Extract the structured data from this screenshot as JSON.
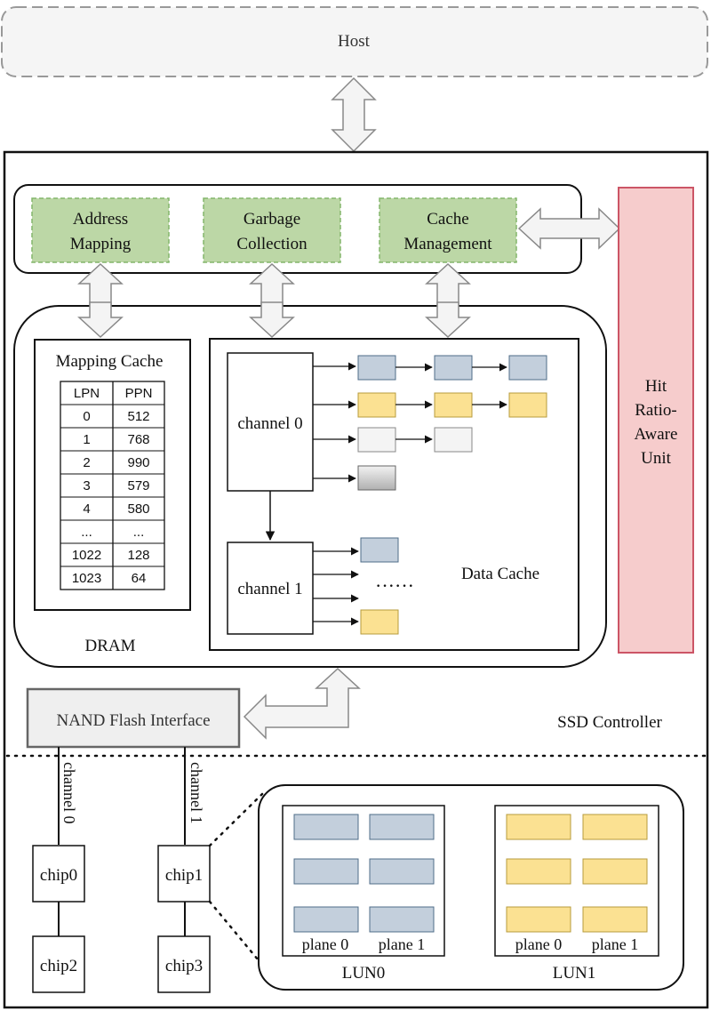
{
  "host": {
    "label": "Host"
  },
  "controller": {
    "label": "SSD Controller"
  },
  "modules": {
    "address_mapping": [
      "Address",
      "Mapping"
    ],
    "garbage_collection": [
      "Garbage",
      "Collection"
    ],
    "cache_management": [
      "Cache",
      "Management"
    ]
  },
  "hit_ratio_unit": [
    "Hit",
    "Ratio-",
    "Aware",
    "Unit"
  ],
  "dram": {
    "label": "DRAM"
  },
  "mapping_cache": {
    "title": "Mapping Cache",
    "columns": [
      "LPN",
      "PPN"
    ],
    "rows": [
      [
        "0",
        "512"
      ],
      [
        "1",
        "768"
      ],
      [
        "2",
        "990"
      ],
      [
        "3",
        "579"
      ],
      [
        "4",
        "580"
      ],
      [
        "...",
        "..."
      ],
      [
        "1022",
        "128"
      ],
      [
        "1023",
        "64"
      ]
    ]
  },
  "data_cache": {
    "label": "Data Cache",
    "channel0": "channel 0",
    "channel1": "channel 1",
    "ellipsis": "······",
    "colors": {
      "blue": "#c3cfdc",
      "yellow": "#fbe192",
      "light": "#f4f4f4",
      "gray_start": "#f2f2f2",
      "gray_end": "#b0b0b0"
    }
  },
  "nand": {
    "interface_label": "NAND Flash Interface",
    "channel_left": "channel 0",
    "channel_right": "channel 1"
  },
  "chips": [
    "chip0",
    "chip1",
    "chip2",
    "chip3"
  ],
  "luns": [
    {
      "name": "LUN0",
      "planes": [
        "plane 0",
        "plane 1"
      ]
    },
    {
      "name": "LUN1",
      "planes": [
        "plane 0",
        "plane 1"
      ]
    }
  ],
  "colors": {
    "module_green": "#bcd7a6",
    "module_green_border": "#83b66b",
    "hit_red_fill": "#f6cccc",
    "hit_red_border": "#cc5566",
    "host_fill": "#f5f5f5"
  }
}
